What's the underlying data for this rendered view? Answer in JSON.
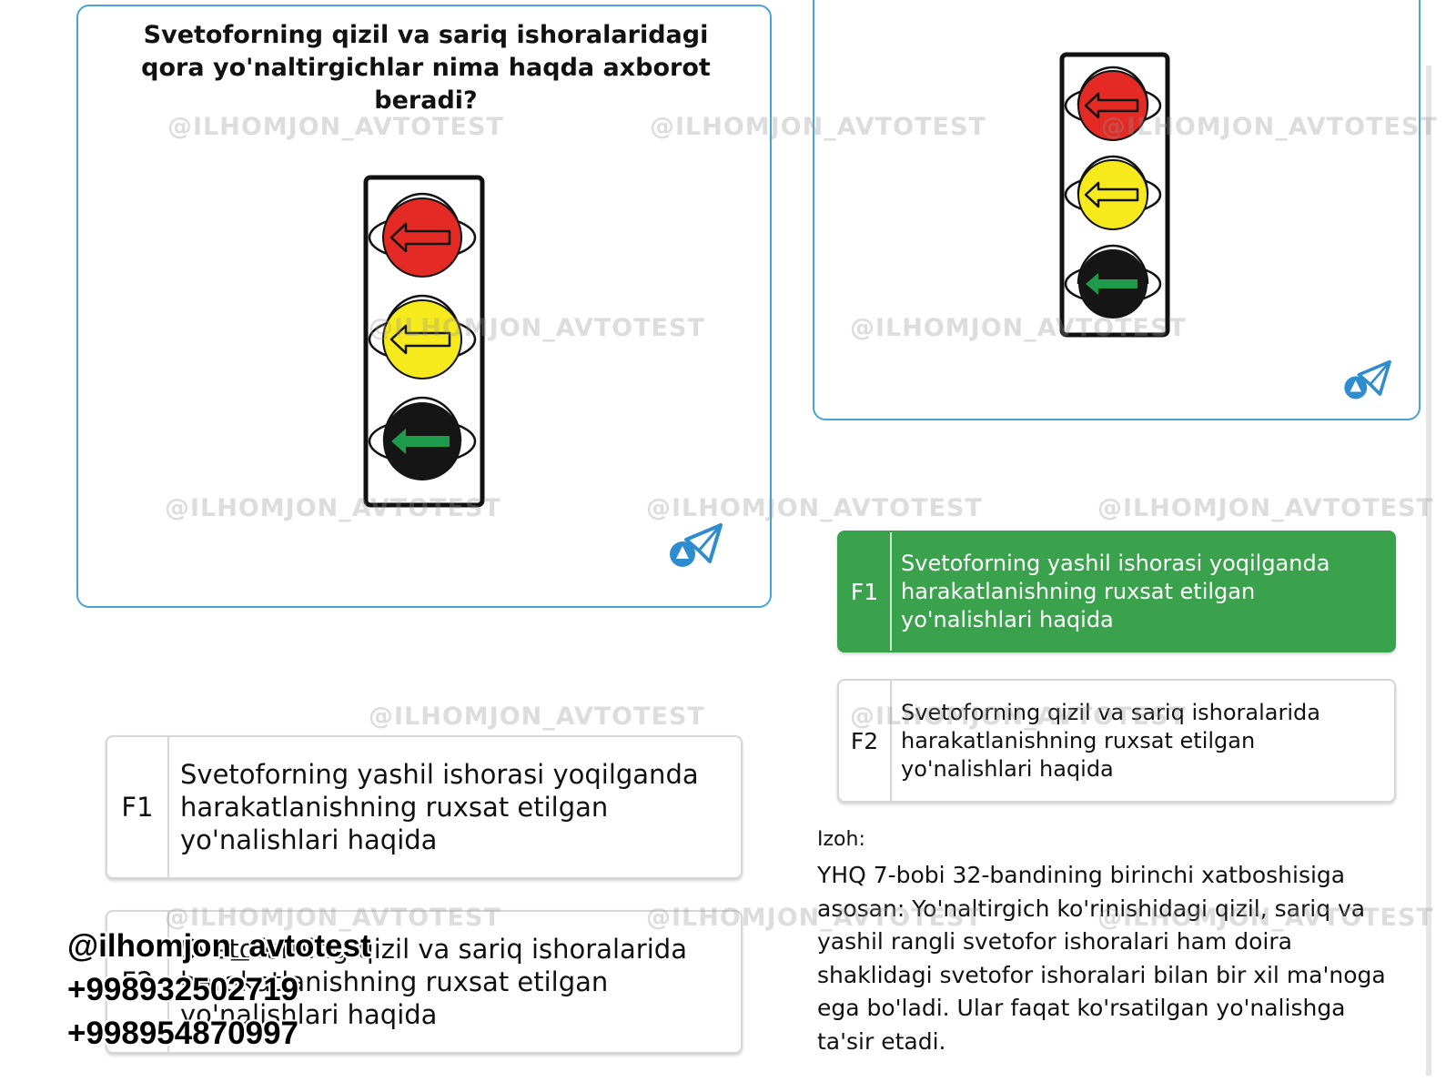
{
  "question_card": {
    "question": "Svetoforning qizil va sariq ishoralaridagi qora yo'naltirgichlar nima haqda axborot beradi?",
    "lights": [
      {
        "color": "#e32a24",
        "arrow": "left-outline"
      },
      {
        "color": "#f6ea1c",
        "arrow": "left-outline"
      },
      {
        "color": "#151515",
        "arrow": "left-green",
        "arrow_color": "#1e9b4a"
      }
    ],
    "telegram_icon": "telegram-logo-icon"
  },
  "answers_left": [
    {
      "num": "F1",
      "text": "Svetoforning yashil ishorasi yoqilganda harakatlanishning ruxsat etilgan yo'nalishlari haqida",
      "correct": false
    },
    {
      "num": "F2",
      "text": "Svetoforning qizil va sariq ishoralarida harakatlanishning ruxsat etilgan yo'nalishlari haqida",
      "correct": false
    }
  ],
  "answers_right": [
    {
      "num": "F1",
      "text": "Svetoforning yashil ishorasi yoqilganda harakatlanishning ruxsat etilgan yo'nalishlari haqida",
      "correct": true
    },
    {
      "num": "F2",
      "text": "Svetoforning qizil va sariq ishoralarida harakatlanishning ruxsat etilgan yo'nalishlari haqida",
      "correct": false
    }
  ],
  "explanation": {
    "title": "Izoh:",
    "text": "YHQ 7-bobi 32-bandining birinchi xatboshisiga asosan: Yo'naltirgich ko'rinishidagi qizil, sariq va yashil rangli svetofor ishoralari ham doira shaklidagi svetofor ishoralari bilan bir xil ma'noga ega bo'ladi. Ular faqat ko'rsatilgan yo'nalishga ta'sir etadi."
  },
  "watermark": "@ILHOMJON_AVTOTEST",
  "contact": {
    "handle": "@ilhomjon_avtotest",
    "phone1": "+998932502719",
    "phone2": "+998954870997"
  },
  "colors": {
    "card_border": "#4aa3d6",
    "correct_green": "#3aa24c"
  }
}
